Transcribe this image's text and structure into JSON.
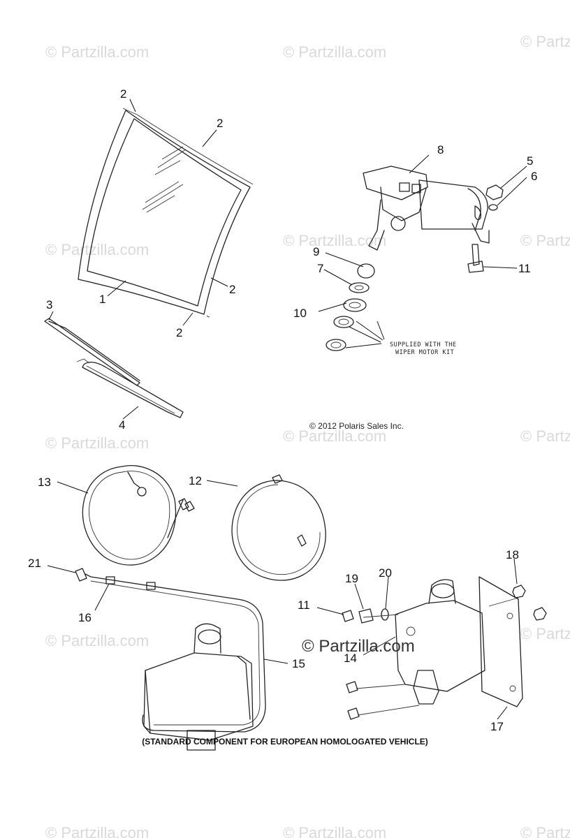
{
  "watermark": "© Partzilla.com",
  "watermark_center": "© Partzilla.com",
  "copyright": "© 2012 Polaris Sales Inc.",
  "kit_note": [
    "SUPPLIED WITH THE",
    "WIPER MOTOR KIT"
  ],
  "footer": "(STANDARD COMPONENT FOR EUROPEAN HOMOLOGATED VEHICLE)",
  "callouts": {
    "windshield": "1",
    "seal_top_left": "2",
    "seal_top_right": "2",
    "seal_right": "2",
    "seal_bottom": "2",
    "wiper_arm": "3",
    "wiper_blade": "4",
    "nut": "5",
    "washer_motor": "6",
    "washer_shaft": "7",
    "wiper_motor": "8",
    "spacer": "9",
    "bushing": "10",
    "bolt_motor": "11",
    "harness_12": "12",
    "harness_13": "13",
    "bottle_bracket": "14",
    "washer_hose": "15",
    "hose_clip": "16",
    "mount_plate": "17",
    "nut_plate": "18",
    "bolt_19": "19",
    "washer_20": "20",
    "nozzle": "21",
    "bolt_tank": "11"
  }
}
